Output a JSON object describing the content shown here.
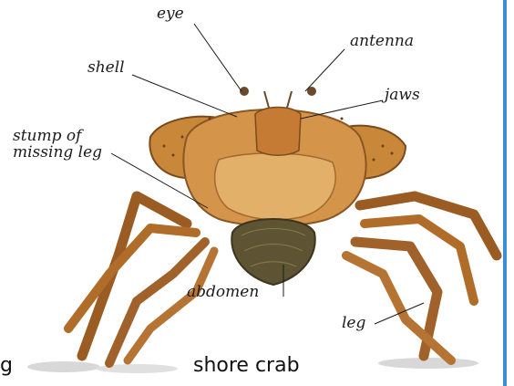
{
  "figure": {
    "caption": "shore crab",
    "cut_caption_fragment": "g",
    "labels": {
      "eye": "eye",
      "antenna": "antenna",
      "shell": "shell",
      "jaws": "jaws",
      "stump_line1": "stump of",
      "stump_line2": "missing leg",
      "abdomen": "abdomen",
      "leg": "leg"
    }
  },
  "colors": {
    "accent_rule": "#3b8fd6",
    "crab_body": "#c9873a",
    "crab_dark": "#7a4a1c",
    "crab_light": "#e3b06a",
    "abdomen": "#5e5434",
    "leader_line": "#1b1b1b"
  }
}
